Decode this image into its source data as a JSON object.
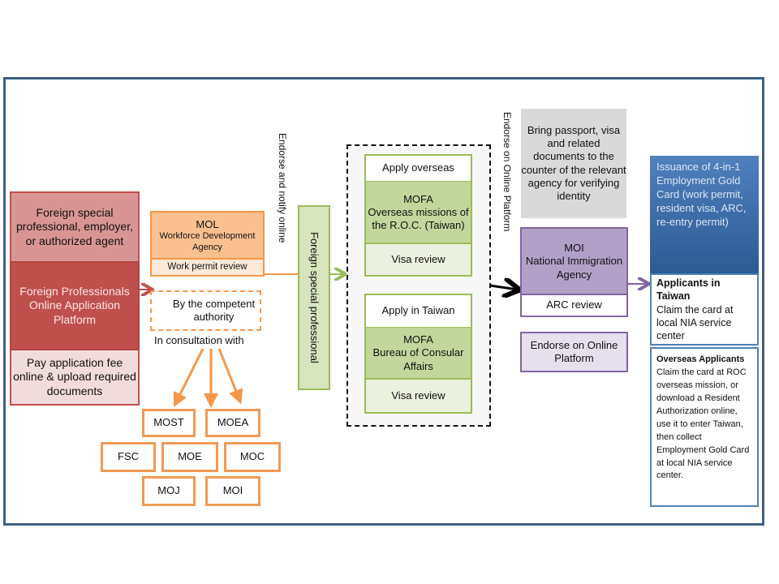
{
  "applicant": {
    "top": "Foreign special professional, employer, or authorized agent",
    "platform": "Foreign Professionals Online Application Platform",
    "bottom": "Pay application fee online & upload required documents"
  },
  "mol": {
    "title": "MOL",
    "subtitle": "Workforce Development Agency",
    "review": "Work permit review",
    "competent": "By the competent authority",
    "consult": "In consultation with",
    "agencies": [
      "MOST",
      "MOEA",
      "FSC",
      "MOE",
      "MOC",
      "MOJ",
      "MOI"
    ]
  },
  "labels": {
    "endorse_notify": "Endorse and notify online",
    "endorse_platform": "Endorse on Online Platform"
  },
  "fsp": "Foreign special professional",
  "visa": {
    "overseas": {
      "label": "Apply overseas",
      "agency_title": "MOFA",
      "agency": "Overseas missions of the R.O.C. (Taiwan)",
      "review": "Visa review"
    },
    "taiwan": {
      "label": "Apply in Taiwan",
      "agency_title": "MOFA",
      "agency": "Bureau of Consular Affairs",
      "review": "Visa review"
    }
  },
  "moi": {
    "note": "Bring passport, visa and related documents to the counter of the relevant agency for verifying identity",
    "title": "MOI",
    "agency": "National Immigration Agency",
    "review": "ARC review",
    "endorse": "Endorse on Online Platform"
  },
  "result": {
    "title": "Issuance of 4-in-1 Employment Gold Card (work permit, resident visa, ARC, re-entry permit)",
    "taiwan_heading": "Applicants in Taiwan",
    "taiwan_text": "Claim the card at local NIA service center",
    "overseas_heading": "Overseas Applicants",
    "overseas_text": "Claim the card at ROC overseas mission, or download a Resident Authorization online, use it to enter Taiwan, then collect Employment Gold Card at local NIA service center."
  },
  "colors": {
    "frame": "#3f5f85",
    "red": "#c0504d",
    "orange": "#f79646",
    "green": "#9bbb59",
    "purple": "#8064a2",
    "blue": "#4f81bd"
  }
}
